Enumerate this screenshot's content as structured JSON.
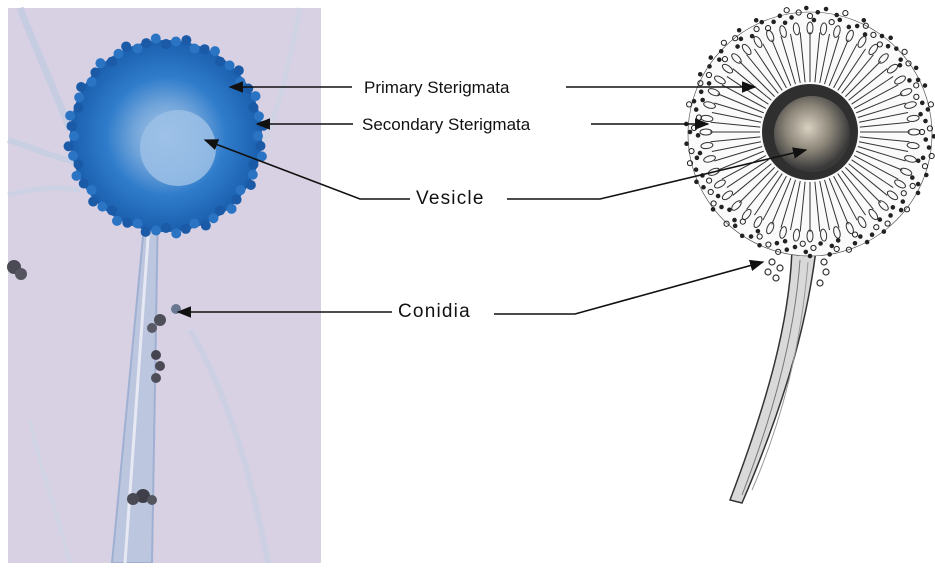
{
  "labels": {
    "primary_sterigmata": "Primary Sterigmata",
    "secondary_sterigmata": "Secondary Sterigmata",
    "vesicle": "Vesicle",
    "conidia": "Conidia"
  },
  "colors": {
    "photo_background": "#d9d2e6",
    "stain_blue": "#1d6fc2",
    "vesicle_light": "#8fb7e0",
    "line": "#111111",
    "drawing_ink": "#333333"
  }
}
